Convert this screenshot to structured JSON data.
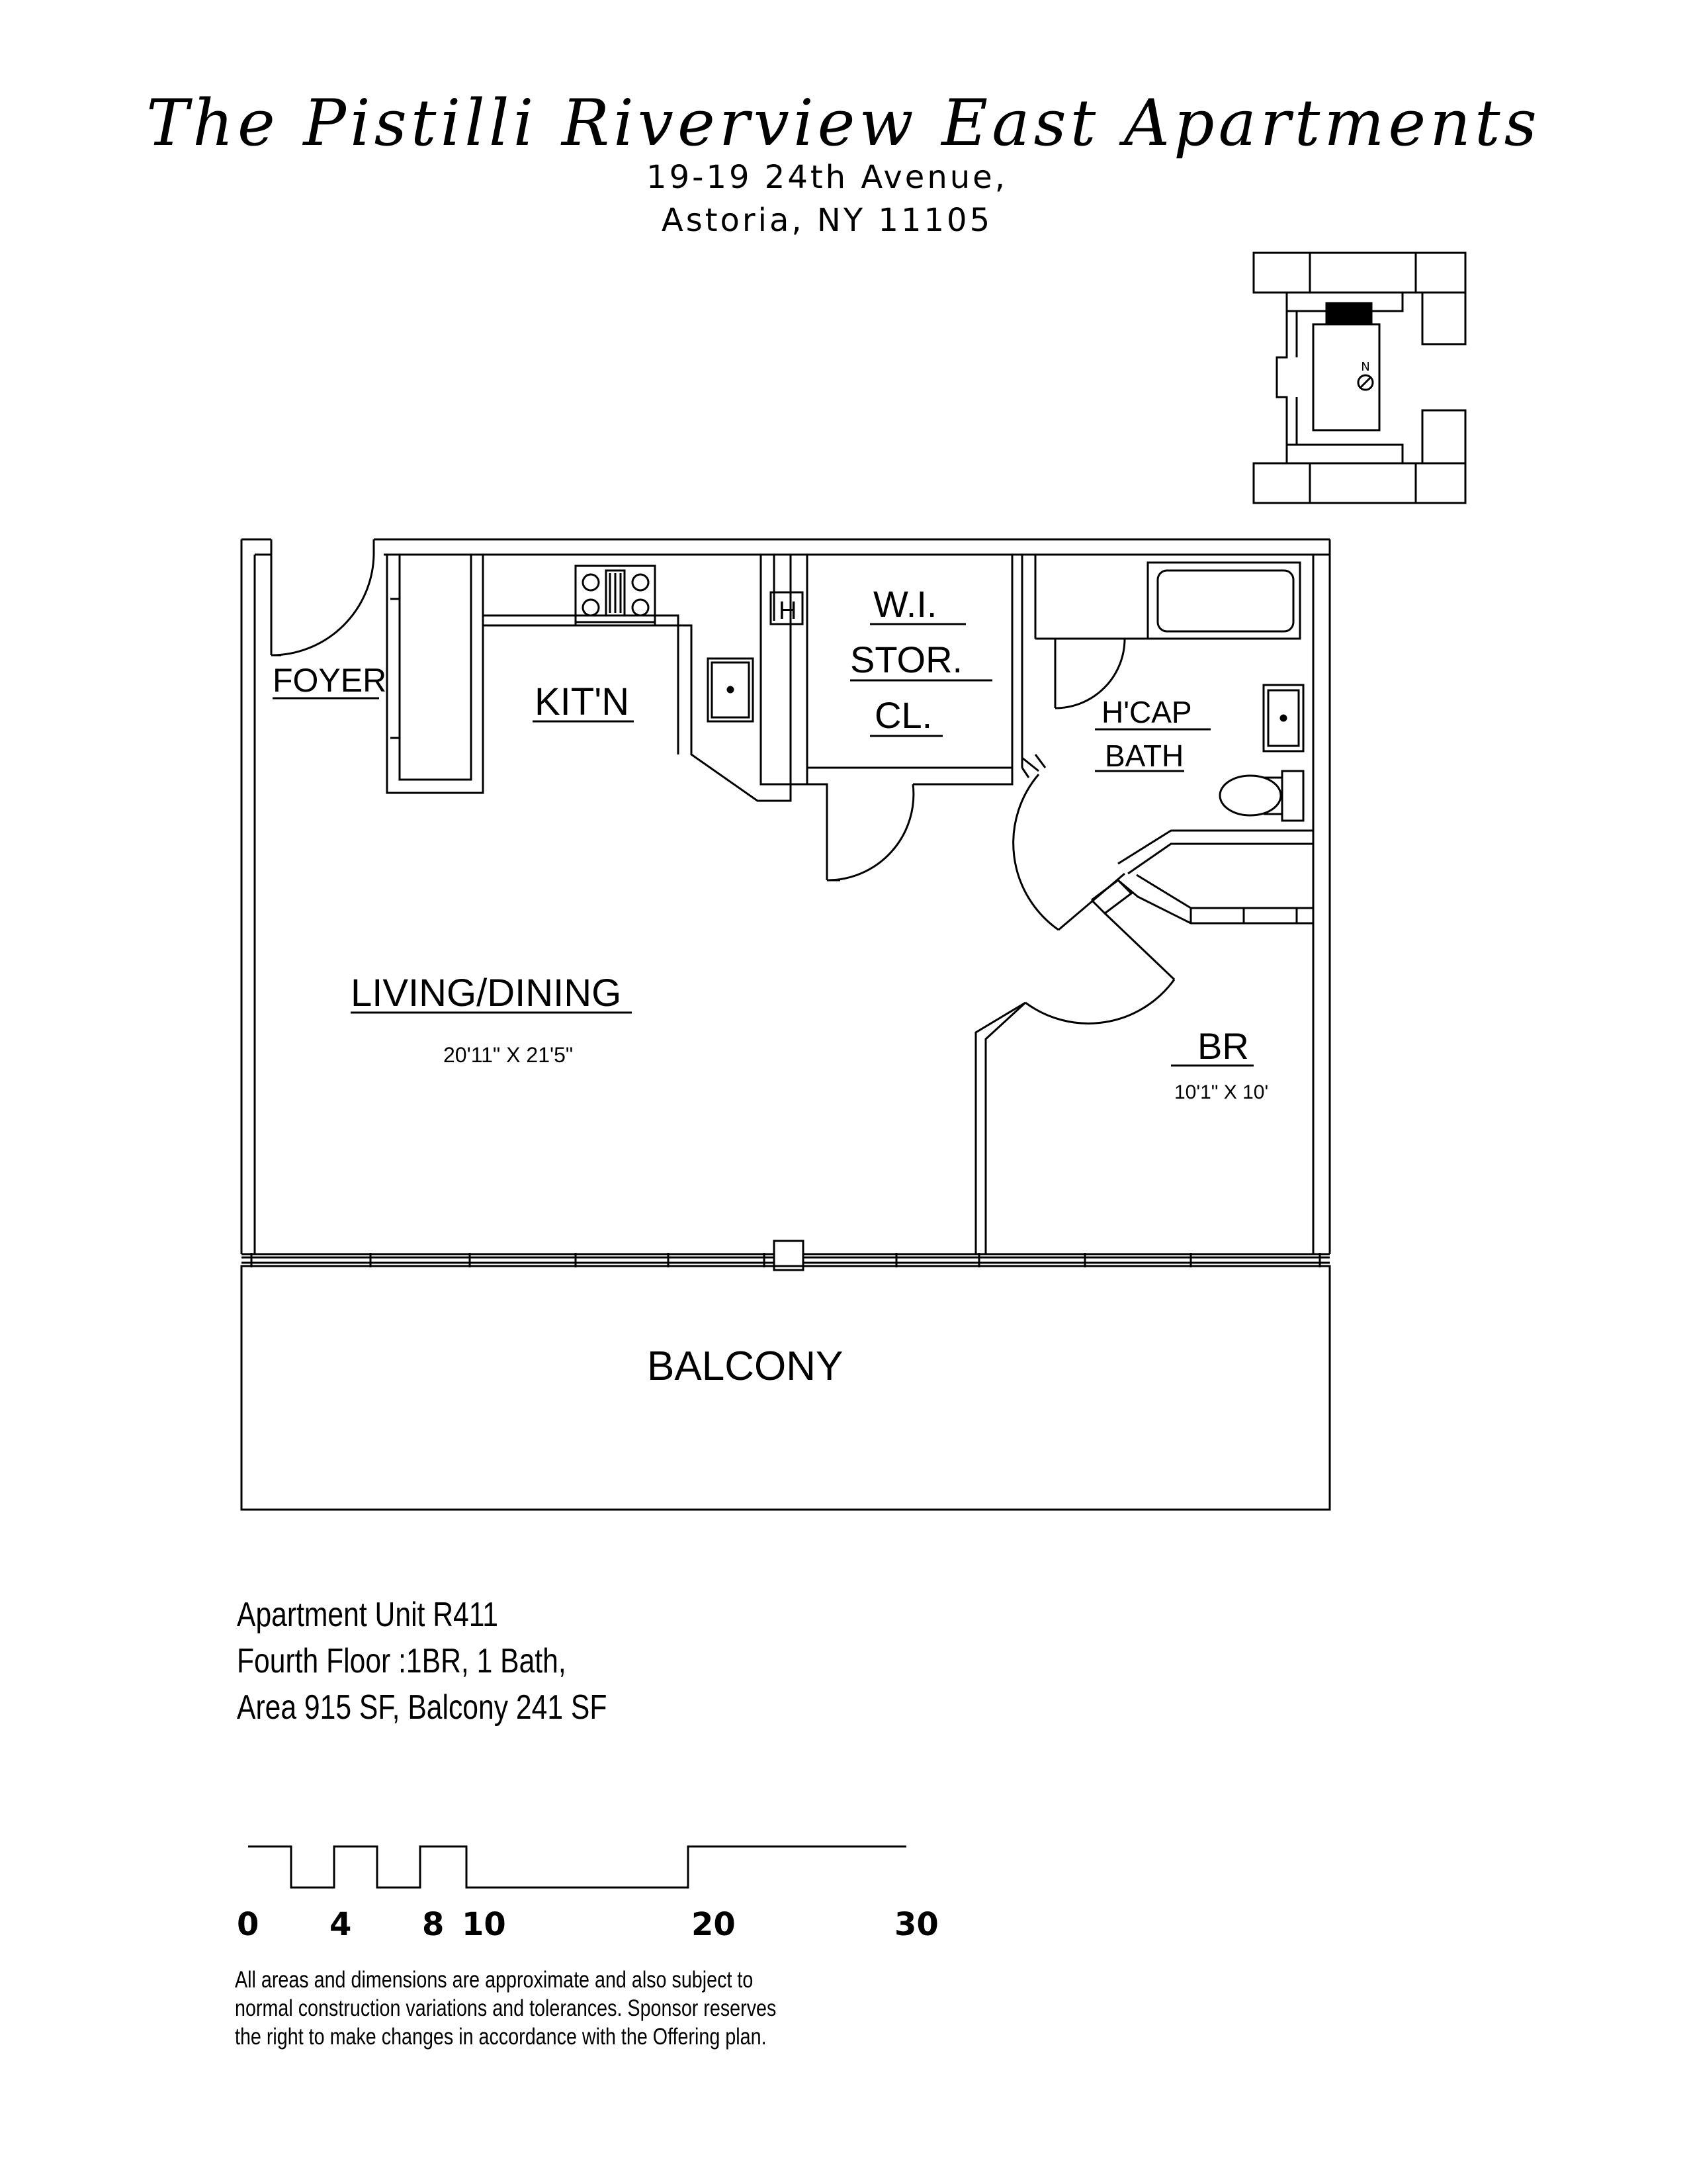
{
  "header": {
    "title": "The Pistilli Riverview East Apartments",
    "address_line1": "19-19 24th Avenue,",
    "address_line2": "Astoria, NY 11105"
  },
  "key_plan": {
    "north_label": "N",
    "icon": "north-arrow-icon"
  },
  "rooms": {
    "foyer": "FOYER",
    "kitchen": "KIT'N",
    "storage_line1": "W.I.",
    "storage_line2": "STOR.",
    "storage_line3": "CL.",
    "bath_line1": "H'CAP",
    "bath_line2": "BATH",
    "living": "LIVING/DINING",
    "living_dims": "20'11\" X 21'5\"",
    "bedroom": "BR",
    "bedroom_dims": "10'1\" X 10'",
    "balcony": "BALCONY",
    "heater": "H"
  },
  "unit_info": {
    "line1": "Apartment Unit R411",
    "line2": "Fourth Floor :1BR, 1 Bath,",
    "line3": "Area 915 SF, Balcony 241 SF"
  },
  "scale_bar": {
    "ticks": [
      "0",
      "4",
      "8",
      "10",
      "20",
      "30"
    ]
  },
  "disclaimer": {
    "line1": "All areas and dimensions are approximate and also subject to",
    "line2": "normal construction variations and tolerances. Sponsor reserves",
    "line3": "the right to make changes in accordance with the Offering plan."
  }
}
